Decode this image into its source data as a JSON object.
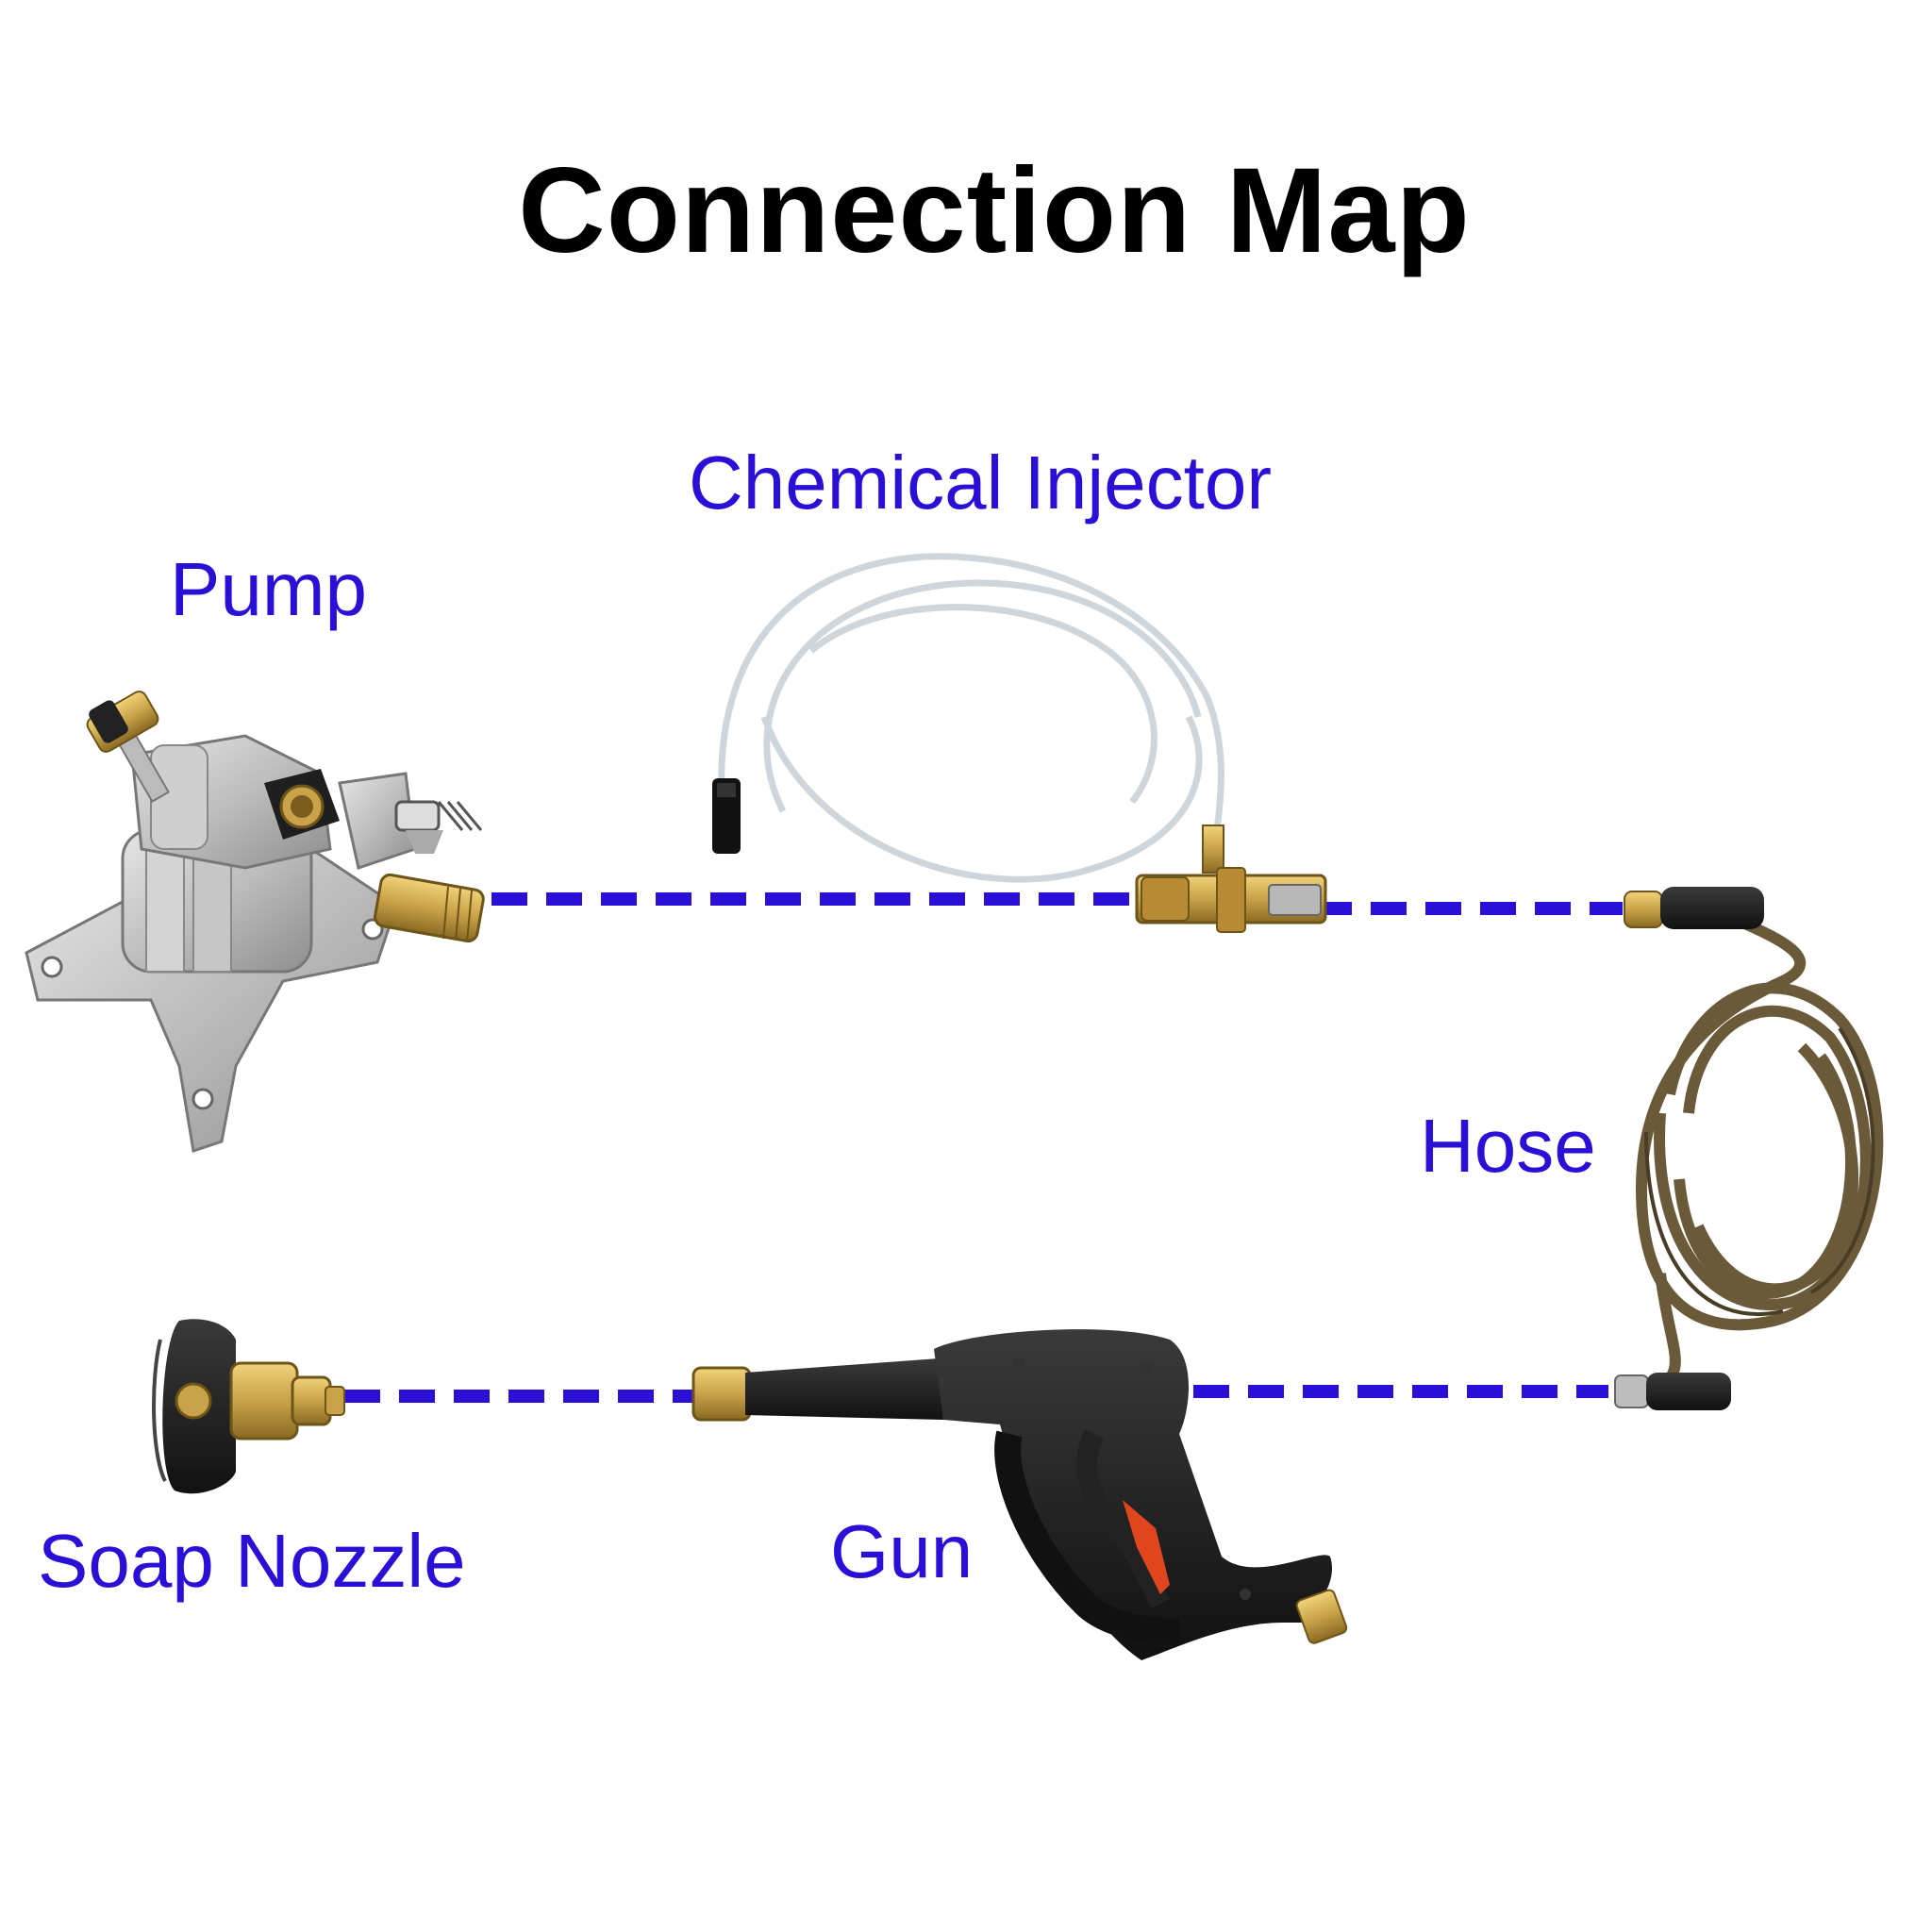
{
  "title": "Connection Map",
  "colors": {
    "label": "#2a0fd6",
    "connector_line": "#2a0fd6",
    "title": "#000000",
    "brass": "#c9a24a",
    "aluminum": "#c9c9c9",
    "hose": "#6b5a3a",
    "gun_body": "#1c1c1c",
    "trigger_accent": "#e0461e"
  },
  "components": {
    "pump": {
      "label": "Pump",
      "icon": "pump-icon"
    },
    "injector": {
      "label": "Chemical Injector",
      "icon": "chemical-injector-icon"
    },
    "hose": {
      "label": "Hose",
      "icon": "hose-icon"
    },
    "soap_nozzle": {
      "label": "Soap Nozzle",
      "icon": "soap-nozzle-icon"
    },
    "gun": {
      "label": "Gun",
      "icon": "spray-gun-icon"
    }
  },
  "connections": [
    {
      "from": "Pump",
      "to": "Chemical Injector"
    },
    {
      "from": "Chemical Injector",
      "to": "Hose"
    },
    {
      "from": "Hose",
      "to": "Gun"
    },
    {
      "from": "Gun",
      "to": "Soap Nozzle"
    }
  ]
}
